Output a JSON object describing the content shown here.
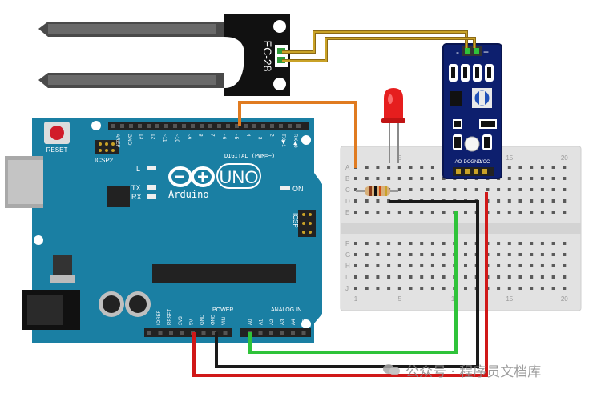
{
  "sensor": {
    "label": "FC-28"
  },
  "module": {
    "top_minus": "-",
    "top_plus": "+",
    "pins": [
      "AO",
      "DO",
      "GND",
      "VCC"
    ]
  },
  "arduino": {
    "reset_label": "RESET",
    "icsp2_label": "ICSP2",
    "icsp_label": "ICSP",
    "l_label": "L",
    "tx_label": "TX",
    "rx_label": "RX",
    "on_label": "ON",
    "brand": "Arduino",
    "model": "UNO",
    "digital_label": "DIGITAL (PWM=~)",
    "digital_pins": [
      "AREF",
      "GND",
      "13",
      "12",
      "~11",
      "~10",
      "~9",
      "8",
      "7",
      "~6",
      "~5",
      "4",
      "~3",
      "2",
      "TX▶1",
      "RX◀0"
    ],
    "power_label": "POWER",
    "analog_label": "ANALOG IN",
    "power_pins": [
      "IOREF",
      "RESET",
      "3V3",
      "5V",
      "GND",
      "GND",
      "VIN"
    ],
    "analog_pins": [
      "A0",
      "A1",
      "A2",
      "A3",
      "A4",
      "A5"
    ]
  },
  "breadboard": {
    "rows_top": [
      "A",
      "B",
      "C",
      "D",
      "E"
    ],
    "rows_bottom": [
      "F",
      "G",
      "H",
      "I",
      "J"
    ],
    "col_numbers": [
      "1",
      "5",
      "10",
      "15",
      "20"
    ]
  },
  "wires": {
    "d7_color": "#e07b20",
    "sensor_color": "#b8860b",
    "gnd_color": "#1a1a1a",
    "vcc_color": "#d01818",
    "ao_color": "#2fc33a"
  },
  "watermark": "公众号 · 程序员文档库"
}
